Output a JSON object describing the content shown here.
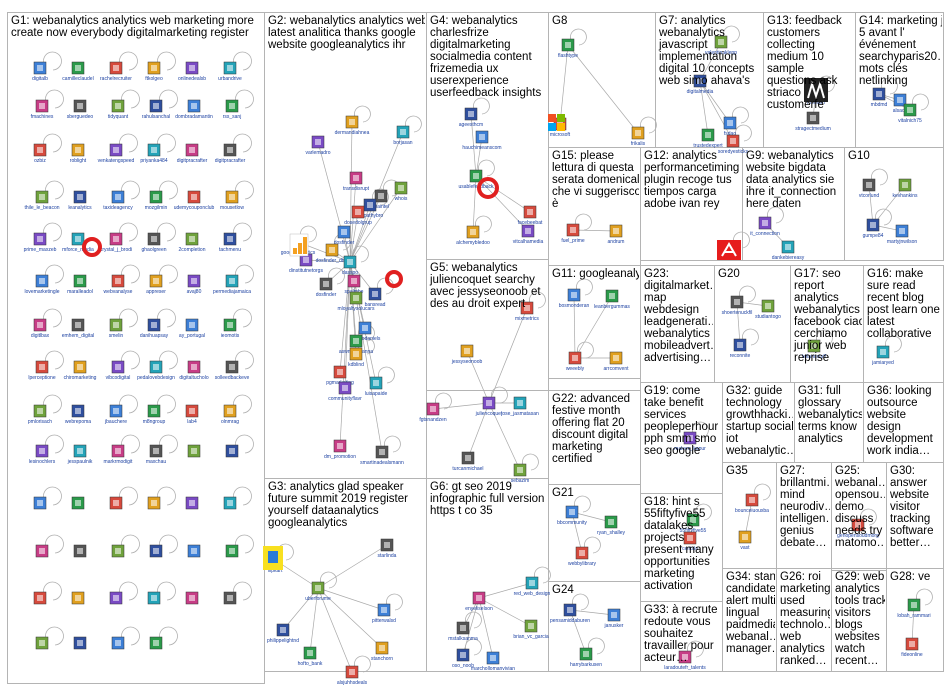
{
  "groups": [
    {
      "id": "G1",
      "lines": [
        "G1: webanalytics analytics web marketing more",
        "create now everybody digitalmarketing register"
      ],
      "nodes": [
        "digitalb",
        "camilleclaudel",
        "rachelrecruiter",
        "ftkolgeo",
        "onlinedealsb",
        "urbandrive",
        "fmachines",
        "sberguedeo",
        "tidyquant",
        "rahulsanchal",
        "dombradamantin",
        "rss_sanj",
        "ozbiz",
        "roblight",
        "venkatengspeed",
        "priyanka484",
        "digitpracrafter",
        "digitpracrafter",
        "thile_le_beacon",
        "leanalytics",
        "taxideagency",
        "mozgilmin",
        "udemycouponclub",
        "mousetlow",
        "prime_maxzeb",
        "mforce_media",
        "crystal_j_brodi",
        "ghaolgreen",
        "2completion",
        "tachmenu",
        "lovemarketingle",
        "maralleadol",
        "webvanalyse",
        "appreser",
        "avaj80",
        "permediajamaica",
        "digitlbax",
        "emhem_digital",
        "smelin",
        "danihuapsay",
        "ay_portugal",
        "ieomotis",
        "lperceptione",
        "chiromarketing",
        "vibcodigital",
        "pedalovebdesign",
        "digitaltucholo",
        "solleedbackeve",
        "pmlorisach",
        "webrepoma",
        "jbauchere",
        "m8ngroup",
        "lab4",
        "olnmrag",
        "lesinochlers",
        "jesspaulnik",
        "markrmodigit",
        "maxchau"
      ]
    },
    {
      "id": "G2",
      "lines": [
        "G2: webanalytics analytics web",
        "latest analitica thanks google",
        "website googleanalytics ihr"
      ],
      "nodes": [
        "dermandiahnea",
        "varlemadro",
        "borjasan",
        "transdisrupt",
        "thaintel",
        "whois",
        "empathybro",
        "dosfinder",
        "googleanalytics",
        "dosedolgrup",
        "dosfinder_dtos",
        "dinstitutnetorgs",
        "dasspo",
        "spalmbe",
        "dosfinder",
        "mloyaltysolucars",
        "bansread",
        "maryjodaniels",
        "aswntbrohanna",
        "pgmarketing",
        "kdblind",
        "communityflavr",
        "luisapaide",
        "dm_promotion",
        "smartinadealsmann"
      ]
    },
    {
      "id": "G3",
      "lines": [
        "G3: analytics glad speaker",
        "future summit 2019 register",
        "yourself dataanalytics",
        "googleanalytics"
      ],
      "nodes": [
        "flipkart",
        "starlinda",
        "uberforume",
        "philippelightnd",
        "pitterwalsd",
        "hofto_bank",
        "alsjuhhsdeals",
        "stanchorn"
      ]
    },
    {
      "id": "G4",
      "lines": [
        "G4: webanalytics",
        "charlesfrize",
        "digitalmarketing",
        "socialmedia content",
        "frizemedia ux",
        "userexperience",
        "userfeedback insights"
      ],
      "nodes": [
        "ageesthcm",
        "hauchimeanscom",
        "usablefeedback",
        "facebeebat",
        "alchemybledoo",
        "vitcalhamedia"
      ]
    },
    {
      "id": "G5",
      "lines": [
        "G5: webanalytics",
        "juliencoquet searchy",
        "avec jessyseonoob et",
        "des au droit expert"
      ],
      "nodes": [
        "mixmetrics",
        "jessyseonoob",
        "juliencoquet",
        "jose_jasmatasan",
        "fgtsnandzen",
        "turcanmichael",
        "sebazim"
      ]
    },
    {
      "id": "G6",
      "lines": [
        "G6: gt seo 2019",
        "infographic full version",
        "https t co 35"
      ],
      "nodes": [
        "red_web_design",
        "enyeliselson",
        "mstalksanma",
        "brian_vc_garcia",
        "oso_noob",
        "marchollomanvivian"
      ]
    },
    {
      "id": "G7",
      "lines": [
        "G7: analytics",
        "webanalytics",
        "javascript",
        "implementation",
        "digital 10 concepts",
        "web simo ahava's"
      ],
      "nodes": [
        "valentinaklepp",
        "digitalmedia",
        "fsdao",
        "trustedexpert",
        "soredyesticks"
      ]
    },
    {
      "id": "G8",
      "lines": [
        "G8"
      ],
      "nodes": [
        "flashtype",
        "microsoft",
        "frikalis"
      ]
    },
    {
      "id": "G9",
      "lines": [
        "G9: webanalytics",
        "website bigdata",
        "data analytics sie",
        "ihre it_connection",
        "here daten"
      ],
      "nodes": [
        "it_connection",
        "dankebiereasy"
      ]
    },
    {
      "id": "G10",
      "lines": [
        "G10"
      ],
      "nodes": [
        "vtcorlund",
        "kevhankins",
        "gumpe84",
        "martyjnwilson"
      ]
    },
    {
      "id": "G11",
      "lines": [
        "G11: googleanalytics"
      ],
      "nodes": [
        "bosmonderan",
        "leanbergummas",
        "weeebly",
        "arrcomvent"
      ]
    },
    {
      "id": "G12",
      "lines": [
        "G12: analytics",
        "performancetiming",
        "plugin recoge tus",
        "tiempos carga",
        "adobe ivan rey"
      ],
      "nodes": [
        "adobe"
      ]
    },
    {
      "id": "G13",
      "lines": [
        "G13: feedback",
        "customers",
        "collecting",
        "medium 10",
        "sample",
        "questions ask",
        "striaco",
        "customerfe"
      ],
      "nodes": [
        "medium",
        "stragectmedium"
      ]
    },
    {
      "id": "G14",
      "lines": [
        "G14: marketing j",
        "5 avant l'",
        "événement",
        "searchyparis20…",
        "mots clés",
        "netlinking"
      ],
      "nodes": [
        "mbdmd",
        "alsaclr",
        "vitalnich75"
      ]
    },
    {
      "id": "G15",
      "lines": [
        "G15: please",
        "lettura di questa",
        "serata domenicale",
        "che vi suggerisco",
        "è"
      ],
      "nodes": [
        "fuel_prime",
        "andrum"
      ]
    },
    {
      "id": "G16",
      "lines": [
        "G16: make",
        "sure read",
        "recent blog",
        "post learn one",
        "latest",
        "collaborative"
      ],
      "nodes": [
        "jamiaryed"
      ]
    },
    {
      "id": "G17",
      "lines": [
        "G17: seo",
        "report",
        "analytics",
        "webanalytics",
        "facebook ciao",
        "cerchiamo",
        "junior web",
        "reprise"
      ],
      "nodes": [
        "lelianostaff"
      ]
    },
    {
      "id": "G18",
      "lines": [
        "G18: hint s",
        "55fiftyfive55",
        "datalakes",
        "projects",
        "present many",
        "opportunities",
        "marketing",
        "activation"
      ],
      "nodes": [
        "55fiftyfive55",
        "centsla"
      ]
    },
    {
      "id": "G19",
      "lines": [
        "G19: come",
        "take benefit",
        "services",
        "peopleperhour",
        "pph smm smo",
        "seo google"
      ],
      "nodes": [
        "maleen_kapur"
      ]
    },
    {
      "id": "G20",
      "lines": [
        "G20"
      ],
      "nodes": [
        "shoertenuckfil",
        "studiantogo",
        "reconnite"
      ]
    },
    {
      "id": "G21",
      "lines": [
        "G21"
      ],
      "nodes": [
        "bbcommunity",
        "ryan_shalley",
        "webbylibrary"
      ]
    },
    {
      "id": "G22",
      "lines": [
        "G22: advanced",
        "festive month",
        "offering flat 20",
        "discount digital",
        "marketing",
        "certified"
      ],
      "nodes": []
    },
    {
      "id": "G23",
      "lines": [
        "G23:",
        "digitalmarket…",
        "map",
        "webdesign",
        "leadgenerati…",
        "webanalytics",
        "mobileadvert…",
        "advertising…"
      ],
      "nodes": []
    },
    {
      "id": "G24",
      "lines": [
        "G24"
      ],
      "nodes": [
        "pensamiddaburen",
        "janusker",
        "harrybarkusen"
      ]
    },
    {
      "id": "G25",
      "lines": [
        "G25:",
        "webanal…",
        "opensou…",
        "demo",
        "discuss",
        "needs try",
        "matomo…"
      ],
      "nodes": [
        "genopensoudmorg"
      ]
    },
    {
      "id": "G26",
      "lines": [
        "G26: roi",
        "marketing",
        "used",
        "measuring",
        "technolo…",
        "web",
        "analytics",
        "ranked…"
      ],
      "nodes": []
    },
    {
      "id": "G27",
      "lines": [
        "G27:",
        "brillantmi…",
        "mind",
        "neurodiv…",
        "intelligen…",
        "genius",
        "debate…"
      ],
      "nodes": []
    },
    {
      "id": "G28",
      "lines": [
        "G28: ve"
      ],
      "nodes": [
        "lobah_rammari",
        "fideonline"
      ]
    },
    {
      "id": "G29",
      "lines": [
        "G29: web",
        "analytics",
        "tools track",
        "visitors",
        "blogs",
        "websites",
        "watch",
        "recent…"
      ],
      "nodes": []
    },
    {
      "id": "G30",
      "lines": [
        "G30:",
        "answer",
        "website",
        "visitor",
        "tracking",
        "software",
        "better…"
      ],
      "nodes": []
    },
    {
      "id": "G31",
      "lines": [
        "G31: full",
        "glossary",
        "webanalytics",
        "terms know",
        "analytics"
      ],
      "nodes": []
    },
    {
      "id": "G32",
      "lines": [
        "G32: guide",
        "technology",
        "growthhacki…",
        "startup social",
        "iot",
        "webanalytic…"
      ],
      "nodes": []
    },
    {
      "id": "G33",
      "lines": [
        "G33: à recrute",
        "redoute vous",
        "souhaitez",
        "travailler pour",
        "acteur…"
      ],
      "nodes": [
        "laradoutefr_talents"
      ]
    },
    {
      "id": "G34",
      "lines": [
        "G34: stand out",
        "candidate",
        "alert multi",
        "lingual",
        "paidmedia",
        "webanal…",
        "manager…"
      ],
      "nodes": []
    },
    {
      "id": "G35",
      "lines": [
        "G35"
      ],
      "nodes": [
        "bounceiuouxba",
        "vast"
      ]
    },
    {
      "id": "G36",
      "lines": [
        "G36: looking",
        "outsource",
        "website",
        "design",
        "development",
        "work india…"
      ],
      "nodes": []
    }
  ],
  "colors": {
    "edge": "#a8a8a8",
    "border": "#b4b4b4",
    "loop": "#b0b0b0",
    "red_loop": "#e02020",
    "label": "#1a3fa0",
    "title": "#000000"
  }
}
